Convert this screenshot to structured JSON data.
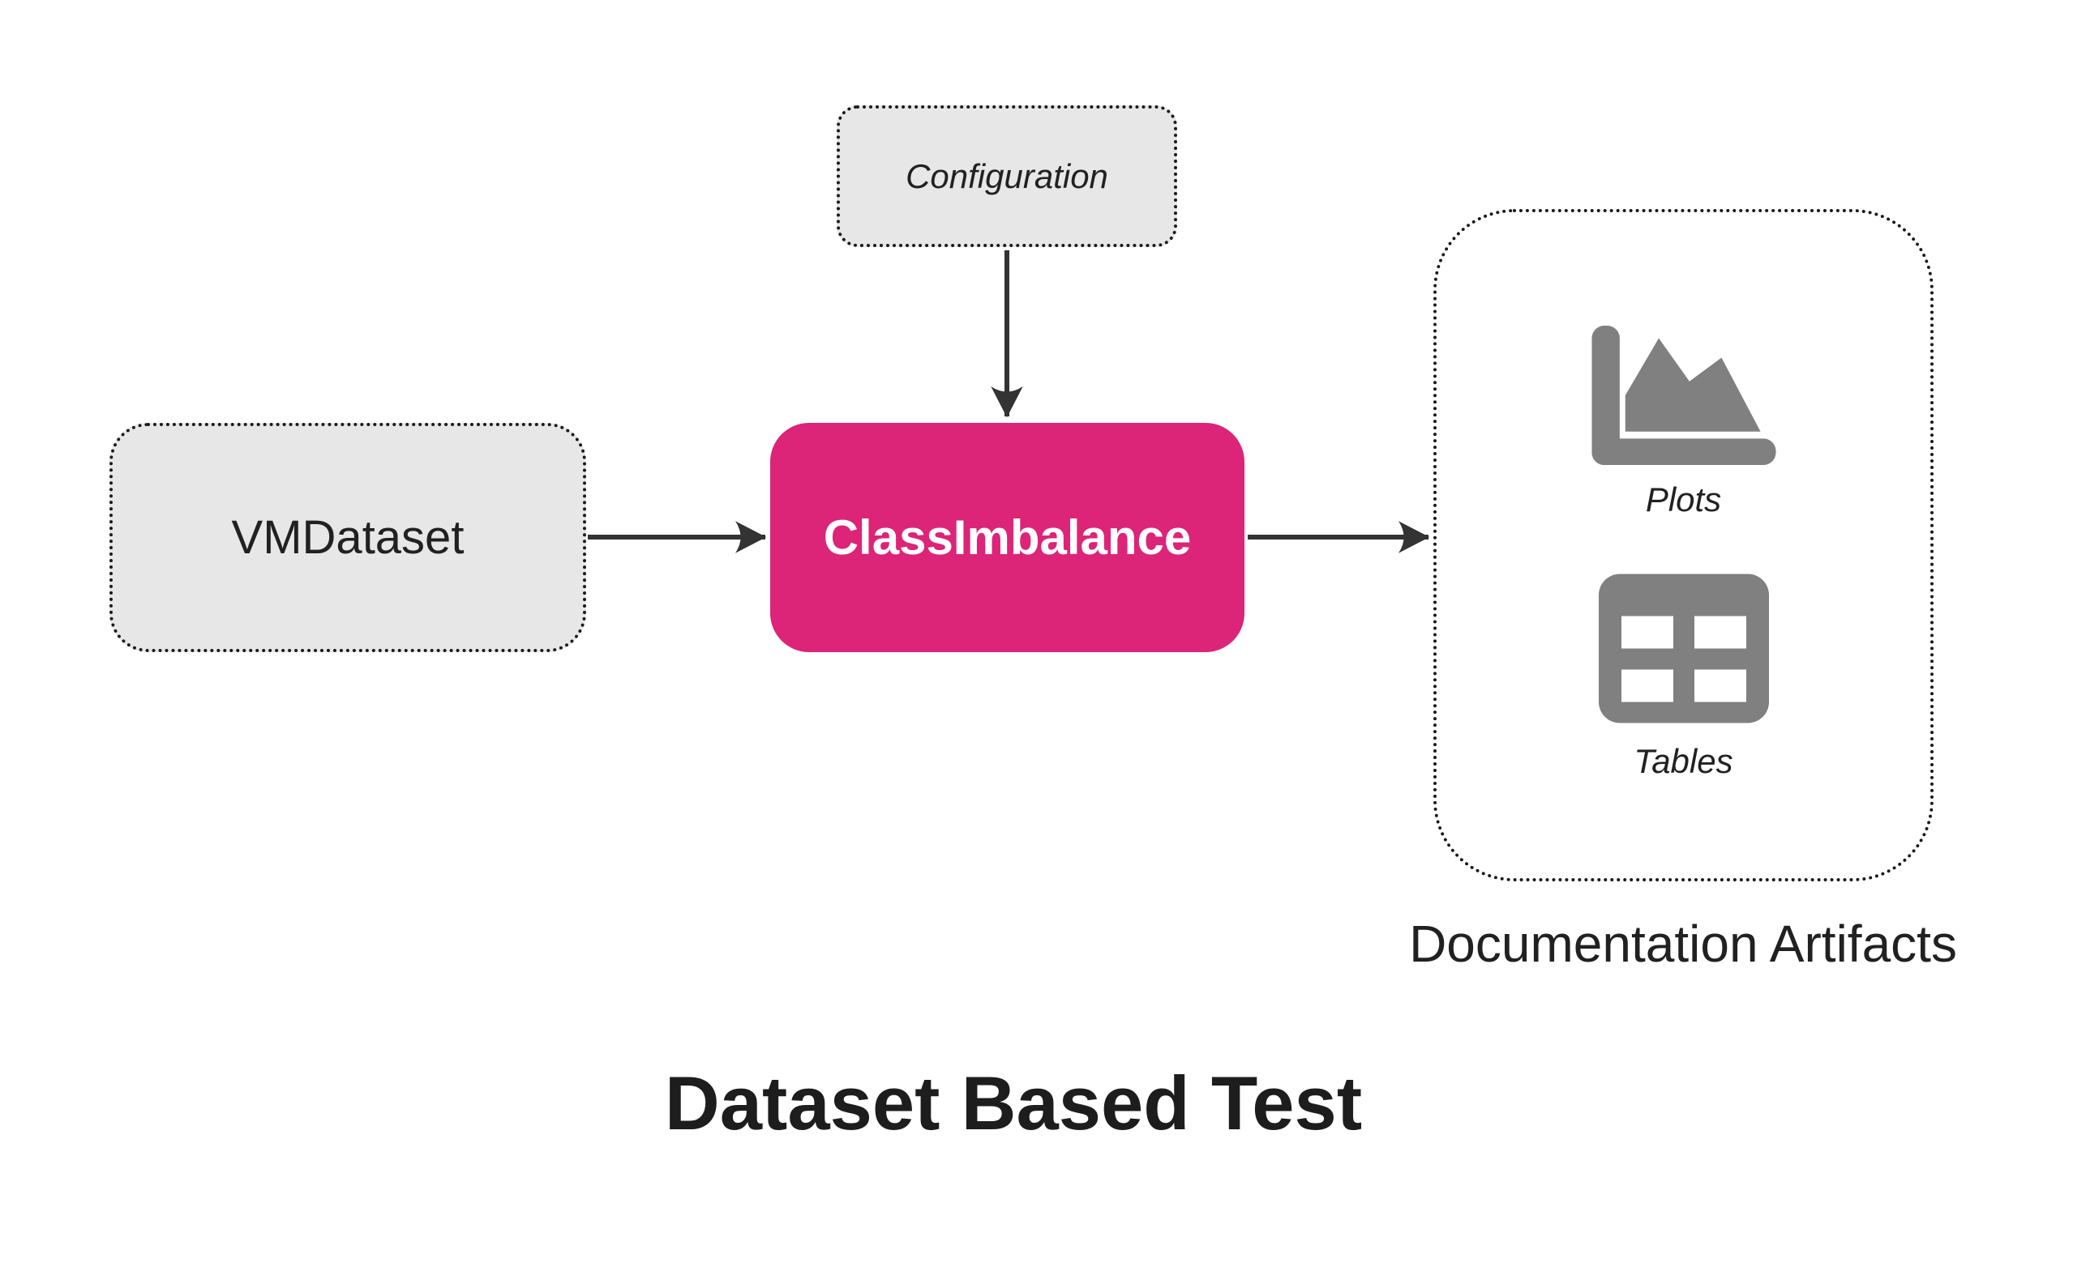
{
  "diagram": {
    "title": "Dataset Based Test",
    "nodes": {
      "configuration": {
        "label": "Configuration"
      },
      "vmdataset": {
        "label": "VMDataset"
      },
      "test_block": {
        "label": "ClassImbalance"
      },
      "artifacts": {
        "caption": "Documentation Artifacts",
        "items": [
          {
            "label": "Plots",
            "icon": "area-chart-icon"
          },
          {
            "label": "Tables",
            "icon": "table-icon"
          }
        ]
      }
    },
    "edges": [
      {
        "from": "Configuration",
        "to": "ClassImbalance",
        "direction": "down"
      },
      {
        "from": "VMDataset",
        "to": "ClassImbalance",
        "direction": "right"
      },
      {
        "from": "ClassImbalance",
        "to": "Documentation Artifacts",
        "direction": "right"
      }
    ],
    "colors": {
      "accent": "#dc2478",
      "node_fill": "#e7e7e7",
      "border_color": "#1a1a1a",
      "icon_gray": "#808080",
      "arrow_color": "#333333",
      "text_dark": "#212121",
      "text_light": "#ffffff"
    }
  }
}
